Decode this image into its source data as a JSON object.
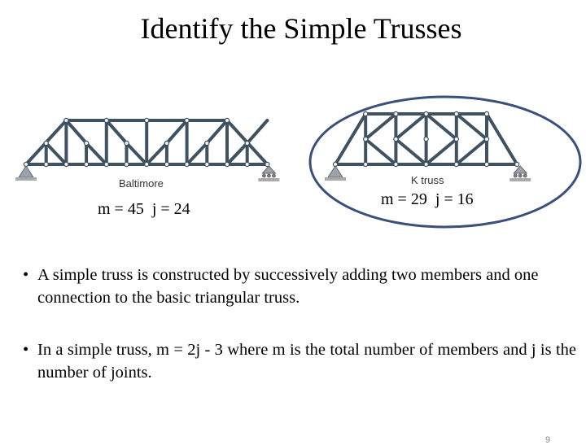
{
  "title": "Identify the Simple Trusses",
  "figures": {
    "baltimore": {
      "name": "Baltimore",
      "caption": "m = 45  j = 24"
    },
    "k_truss": {
      "name": "K truss",
      "caption": "m = 29  j = 16"
    }
  },
  "bullets": [
    {
      "symbol": "•",
      "text": "A simple truss is constructed by successively adding two members and one connection to the basic triangular truss."
    },
    {
      "symbol": "•",
      "text": "In a simple truss,  m = 2j - 3  where m is the total number of members and j is the number of joints."
    }
  ],
  "page_number": "9",
  "colors": {
    "truss": "#3e5262",
    "joint": "#f4f4f4",
    "ellipse": "#3a4f7a",
    "support": "#888888"
  }
}
